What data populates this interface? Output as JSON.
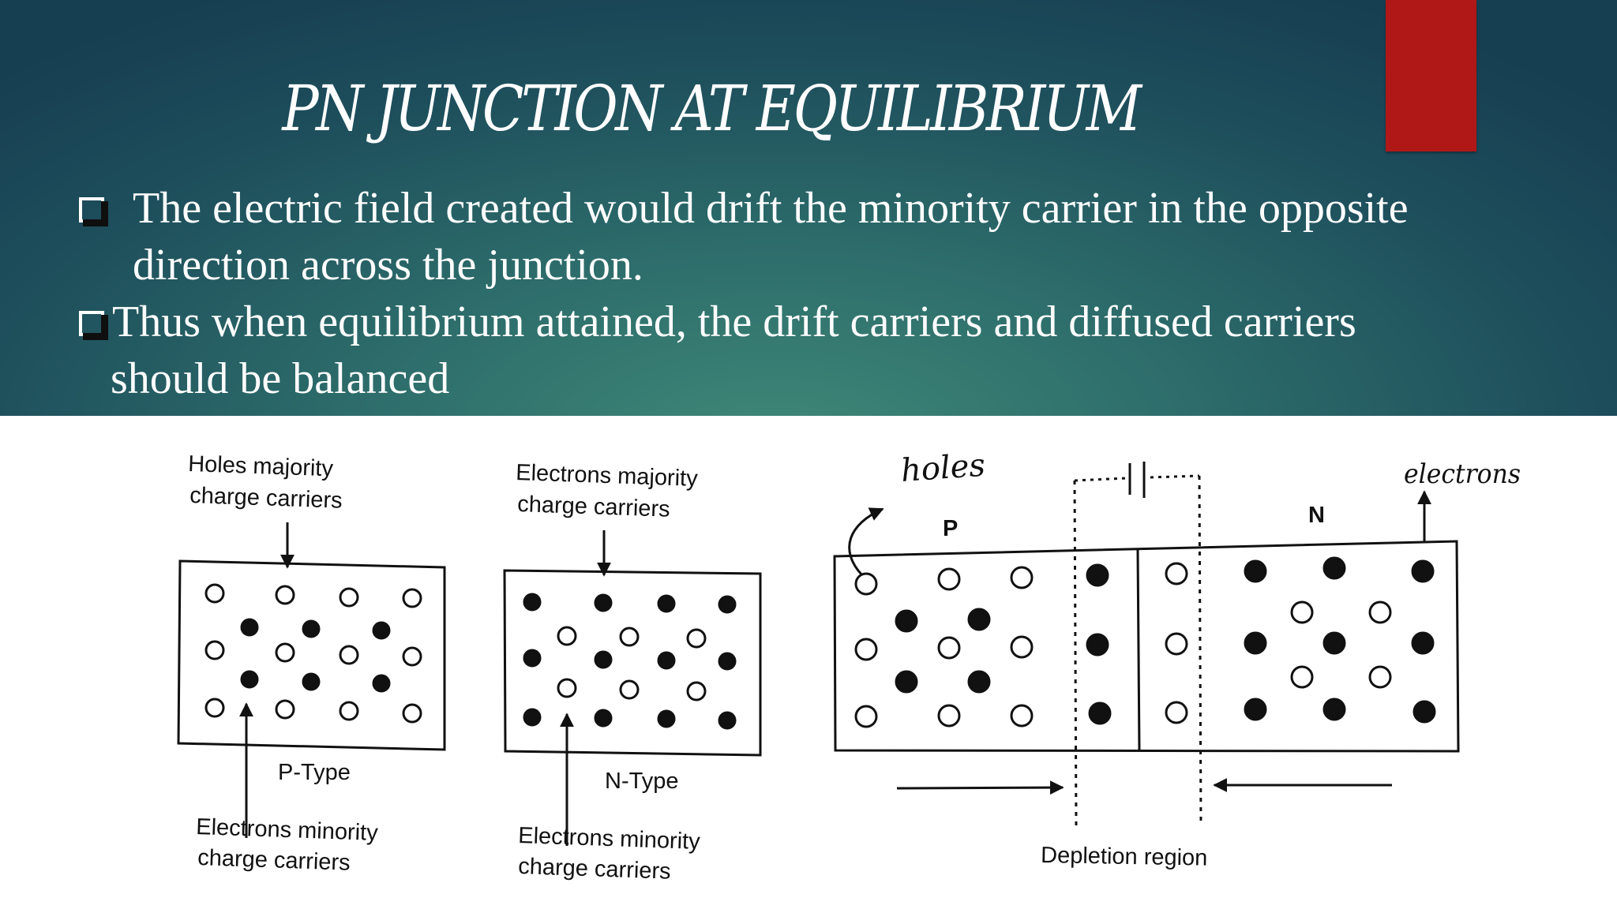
{
  "slide": {
    "title": "PN JUNCTION AT EQUILIBRIUM",
    "bullets": [
      {
        "line1": "The electric field created would drift the minority carrier in the opposite",
        "line2": "direction across the junction."
      },
      {
        "line1": "Thus when equilibrium attained, the drift carriers and diffused carriers",
        "line2": "should be balanced"
      }
    ],
    "accent_color": "#b01818"
  },
  "diagram": {
    "p_type": {
      "top_label_1": "Holes majority",
      "top_label_2": "charge carriers",
      "caption": "P-Type",
      "bottom_label_1": "Electrons minority",
      "bottom_label_2": "charge carriers"
    },
    "n_type": {
      "top_label_1": "Electrons majority",
      "top_label_2": "charge carriers",
      "caption": "N-Type",
      "bottom_label_1": "Electrons minority",
      "bottom_label_2": "charge carriers"
    },
    "junction": {
      "label_p": "P",
      "label_n": "N",
      "handwritten_left": "holes",
      "handwritten_right": "electrons",
      "caption": "Depletion region"
    }
  }
}
